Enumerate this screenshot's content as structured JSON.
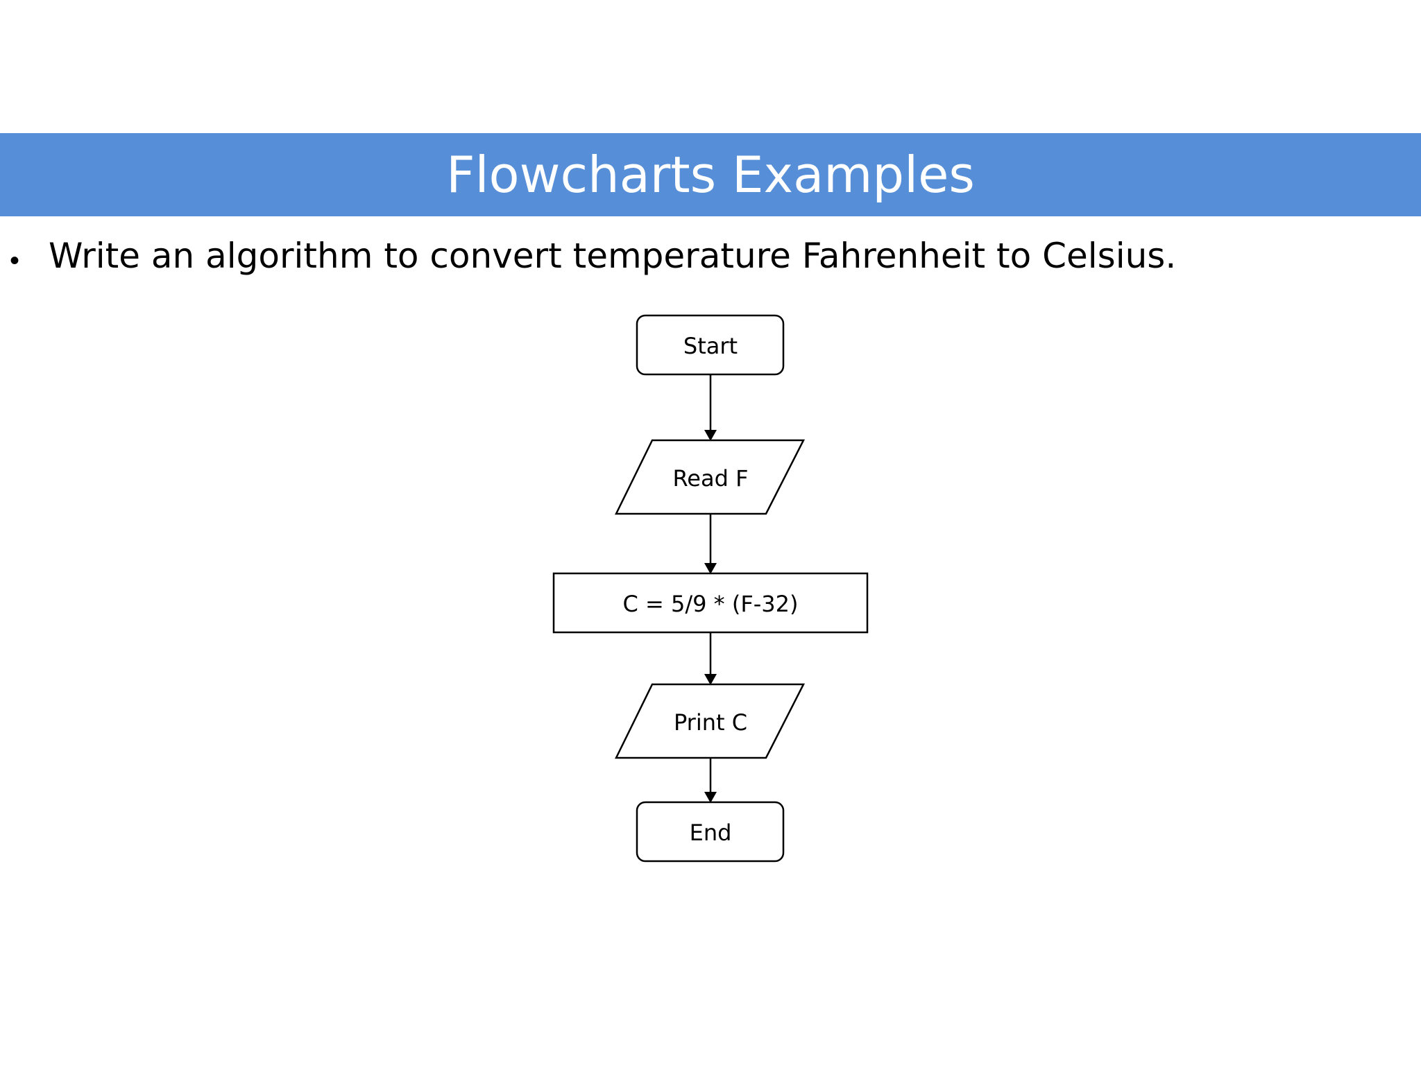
{
  "slide": {
    "title": "Flowcharts Examples",
    "header_color": "#568fd8",
    "bullet": "Write an algorithm to convert temperature Fahrenheit to Celsius."
  },
  "flowchart": {
    "nodes": [
      {
        "id": "start",
        "shape": "terminal",
        "label": "Start"
      },
      {
        "id": "read",
        "shape": "input-output",
        "label": "Read F"
      },
      {
        "id": "process",
        "shape": "process",
        "label": "C = 5/9 * (F-32)"
      },
      {
        "id": "print",
        "shape": "input-output",
        "label": "Print C"
      },
      {
        "id": "end",
        "shape": "terminal",
        "label": "End"
      }
    ],
    "edges": [
      {
        "from": "start",
        "to": "read"
      },
      {
        "from": "read",
        "to": "process"
      },
      {
        "from": "process",
        "to": "print"
      },
      {
        "from": "print",
        "to": "end"
      }
    ]
  }
}
